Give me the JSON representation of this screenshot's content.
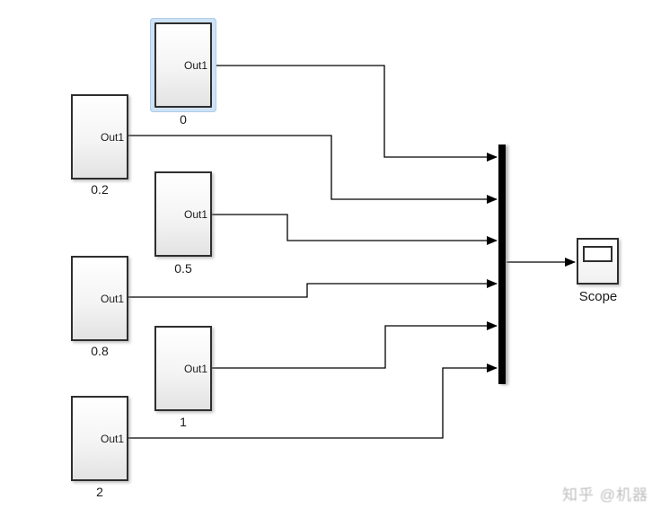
{
  "diagram": {
    "blocks": [
      {
        "port_label": "Out1",
        "name": "0",
        "selected": true
      },
      {
        "port_label": "Out1",
        "name": "0.2",
        "selected": false
      },
      {
        "port_label": "Out1",
        "name": "0.5",
        "selected": false
      },
      {
        "port_label": "Out1",
        "name": "0.8",
        "selected": false
      },
      {
        "port_label": "Out1",
        "name": "1",
        "selected": false
      },
      {
        "port_label": "Out1",
        "name": "2",
        "selected": false
      }
    ],
    "mux": {
      "type": "mux-bar"
    },
    "scope": {
      "name": "Scope"
    }
  },
  "watermark": {
    "text": "知乎 @机器"
  },
  "colors": {
    "background": "#ffffff",
    "signal_line": "#000000",
    "block_border": "#2e2e2e",
    "block_fill_top": "#ffffff",
    "block_fill_bottom": "#e3e3e3",
    "selection_halo": "#cfe2f5",
    "selection_edge": "#aecdea",
    "mux_fill": "#000000",
    "watermark_text": "#b8b8b8"
  }
}
